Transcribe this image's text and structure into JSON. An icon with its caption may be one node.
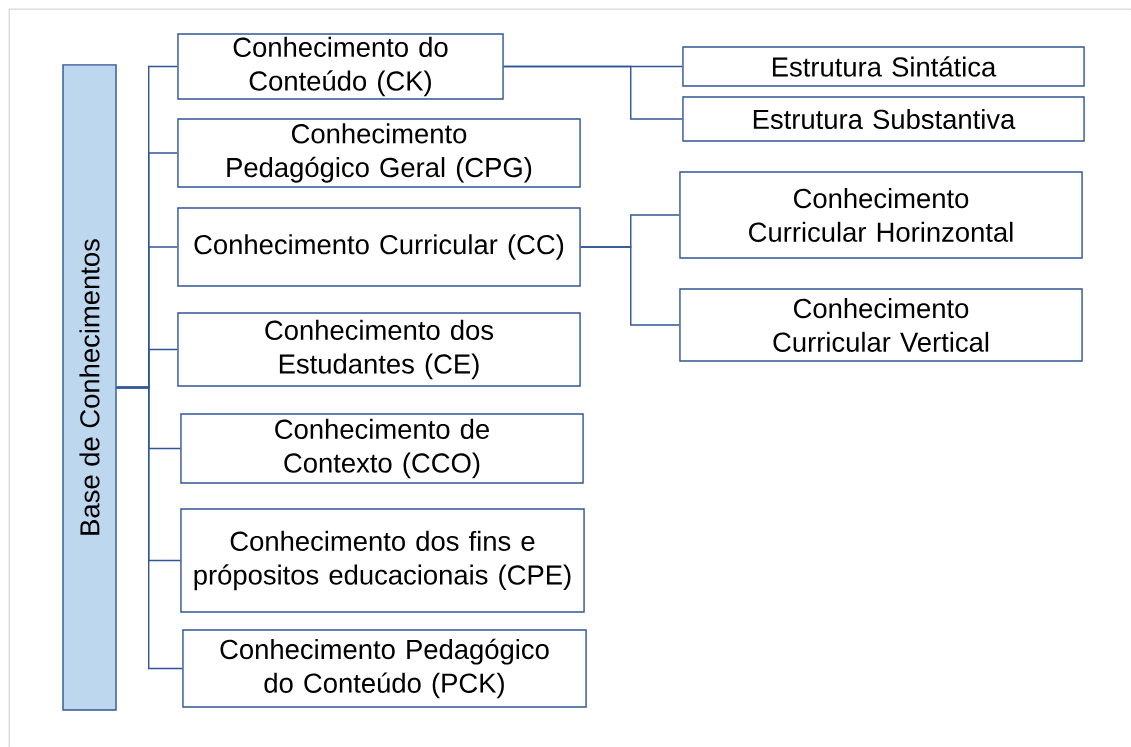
{
  "diagram": {
    "nodes": [
      {
        "text": [
          "Base de Conhecimentos"
        ]
      },
      {
        "text": [
          "Conhecimento do Conteúdo (CK)"
        ]
      },
      {
        "text": [
          "Conhecimento Pedagógico Geral (CPG)"
        ]
      },
      {
        "text": [
          "Conhecimento Curricular (CC)"
        ]
      },
      {
        "text": [
          "Conhecimento dos Estudantes (CE)"
        ]
      },
      {
        "text": [
          "Conhecimento de Contexto (CCO)"
        ]
      },
      {
        "text": [
          "Conhecimento dos fins e própositos educacionais (CPE)"
        ]
      },
      {
        "text": [
          "Conhecimento Pedagógico do Conteúdo (PCK)"
        ]
      },
      {
        "text": [
          "Estrutura Sintática"
        ]
      },
      {
        "text": [
          "Estrutura Substantiva"
        ]
      },
      {
        "text": [
          "Conhecimento Curricular Horinzontal"
        ]
      },
      {
        "text": [
          "Conhecimento Curricular Vertical"
        ]
      }
    ],
    "edges": [
      {
        "from": 0,
        "to": 1,
        "arrow": "none"
      },
      {
        "from": 0,
        "to": 2,
        "arrow": "none"
      },
      {
        "from": 0,
        "to": 3,
        "arrow": "none"
      },
      {
        "from": 0,
        "to": 4,
        "arrow": "none"
      },
      {
        "from": 0,
        "to": 5,
        "arrow": "none"
      },
      {
        "from": 0,
        "to": 6,
        "arrow": "none"
      },
      {
        "from": 0,
        "to": 7,
        "arrow": "none"
      },
      {
        "from": 1,
        "to": 8,
        "arrow": "none"
      },
      {
        "from": 1,
        "to": 9,
        "arrow": "none"
      },
      {
        "from": 3,
        "to": 10,
        "arrow": "none"
      },
      {
        "from": 3,
        "to": 11,
        "arrow": "none"
      }
    ]
  }
}
